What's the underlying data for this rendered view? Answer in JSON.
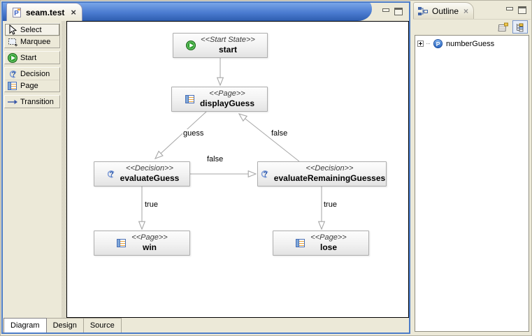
{
  "window": {
    "accent_blue": "#4C7CC8",
    "background": "#ECE9D8"
  },
  "editor": {
    "tab": {
      "title": "seam.test",
      "close": "×",
      "icon": "pageflow-file-icon"
    },
    "palette": {
      "selected_item": "Select",
      "groups": [
        {
          "items": [
            {
              "label": "Select",
              "icon": "cursor-icon"
            },
            {
              "label": "Marquee",
              "icon": "marquee-icon"
            }
          ]
        },
        {
          "items": [
            {
              "label": "Start",
              "icon": "start-icon"
            }
          ]
        },
        {
          "items": [
            {
              "label": "Decision",
              "icon": "decision-icon"
            },
            {
              "label": "Page",
              "icon": "page-icon"
            }
          ]
        },
        {
          "items": [
            {
              "label": "Transition",
              "icon": "transition-icon"
            }
          ]
        }
      ]
    },
    "bottom_tabs": [
      {
        "label": "Diagram",
        "selected": true
      },
      {
        "label": "Design",
        "selected": false
      },
      {
        "label": "Source",
        "selected": false
      }
    ]
  },
  "diagram": {
    "nodes": [
      {
        "stereotype": "<<Start State>>",
        "name": "start",
        "icon": "start-icon"
      },
      {
        "stereotype": "<<Page>>",
        "name": "displayGuess",
        "icon": "page-icon"
      },
      {
        "stereotype": "<<Decision>>",
        "name": "evaluateGuess",
        "icon": "decision-icon"
      },
      {
        "stereotype": "<<Decision>>",
        "name": "evaluateRemainingGuesses",
        "icon": "decision-icon"
      },
      {
        "stereotype": "<<Page>>",
        "name": "win",
        "icon": "page-icon"
      },
      {
        "stereotype": "<<Page>>",
        "name": "lose",
        "icon": "page-icon"
      }
    ],
    "edges": [
      {
        "from": "start",
        "to": "displayGuess",
        "label": ""
      },
      {
        "from": "displayGuess",
        "to": "evaluateGuess",
        "label": "guess"
      },
      {
        "from": "evaluateRemainingGuesses",
        "to": "displayGuess",
        "label": "false"
      },
      {
        "from": "evaluateGuess",
        "to": "evaluateRemainingGuesses",
        "label": "false"
      },
      {
        "from": "evaluateGuess",
        "to": "win",
        "label": "true"
      },
      {
        "from": "evaluateRemainingGuesses",
        "to": "lose",
        "label": "true"
      }
    ]
  },
  "outline": {
    "title": "Outline",
    "close": "×",
    "toolbar": [
      {
        "icon": "overview-icon"
      },
      {
        "icon": "tree-view-icon",
        "pressed": true
      }
    ],
    "tree": [
      {
        "label": "numberGuess",
        "icon": "pageflow-icon",
        "expandable": true
      }
    ]
  }
}
